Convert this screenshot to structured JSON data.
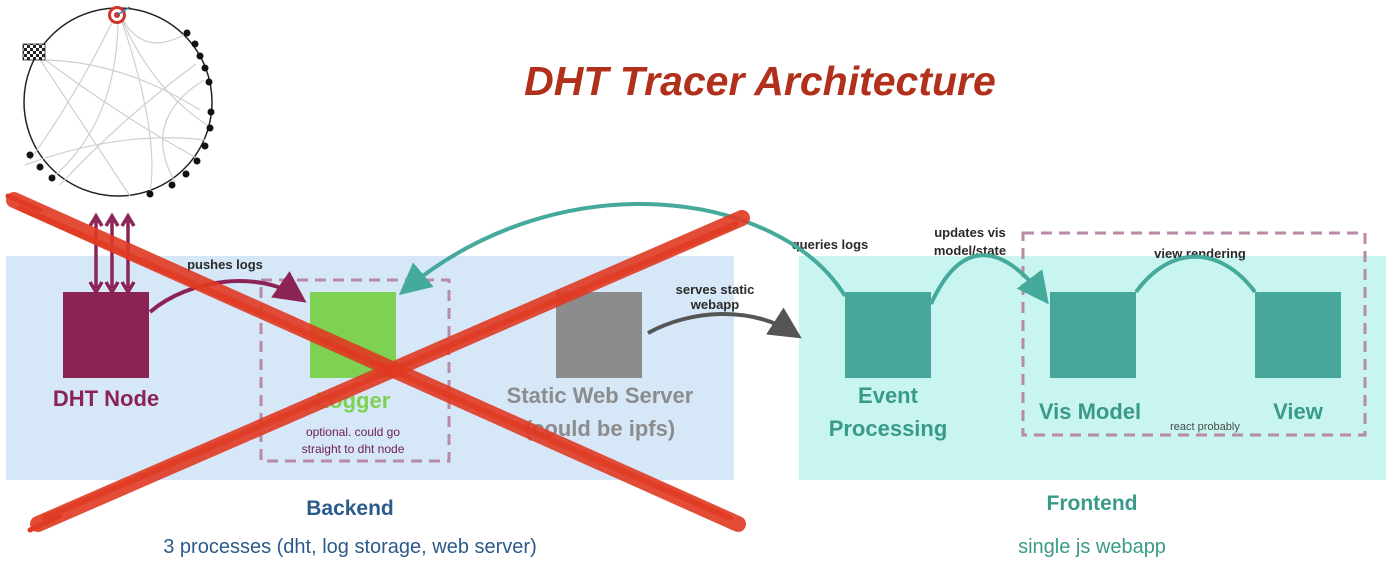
{
  "title": "DHT Tracer Architecture",
  "colors": {
    "title": "#b0301b",
    "backend_panel": "#d6e8f8",
    "frontend_panel": "#c8f5ef",
    "dht_node": "#8b2455",
    "logger": "#7ed152",
    "web_server": "#8c8c8c",
    "frontend_box": "#47a79b",
    "cross": "#e03a22",
    "teal_arrow": "#45aa9b",
    "backend_text": "#2c5a8a",
    "frontend_text": "#3a9a8a"
  },
  "backend": {
    "dht_node_label": "DHT Node",
    "logger_label": "Logger",
    "logger_note_line1": "optional. could go",
    "logger_note_line2": "straight to dht node",
    "web_server_label_line1": "Static Web Server",
    "web_server_label_line2": "(could be ipfs)",
    "pushes_logs": "pushes logs",
    "serves_static_line1": "serves static",
    "serves_static_line2": "webapp",
    "section_title": "Backend",
    "section_desc": "3 processes (dht, log storage, web server)"
  },
  "frontend": {
    "event_label_line1": "Event",
    "event_label_line2": "Processing",
    "vis_model_label": "Vis Model",
    "view_label": "View",
    "react_note": "react probably",
    "queries_logs": "queries logs",
    "updates_vis_line1": "updates vis",
    "updates_vis_line2": "model/state",
    "view_rendering": "view rendering",
    "section_title": "Frontend",
    "section_desc": "single js webapp"
  },
  "icons": {
    "ring": "dht-ring-icon",
    "target": "target-icon",
    "flag": "checkered-flag-icon"
  }
}
